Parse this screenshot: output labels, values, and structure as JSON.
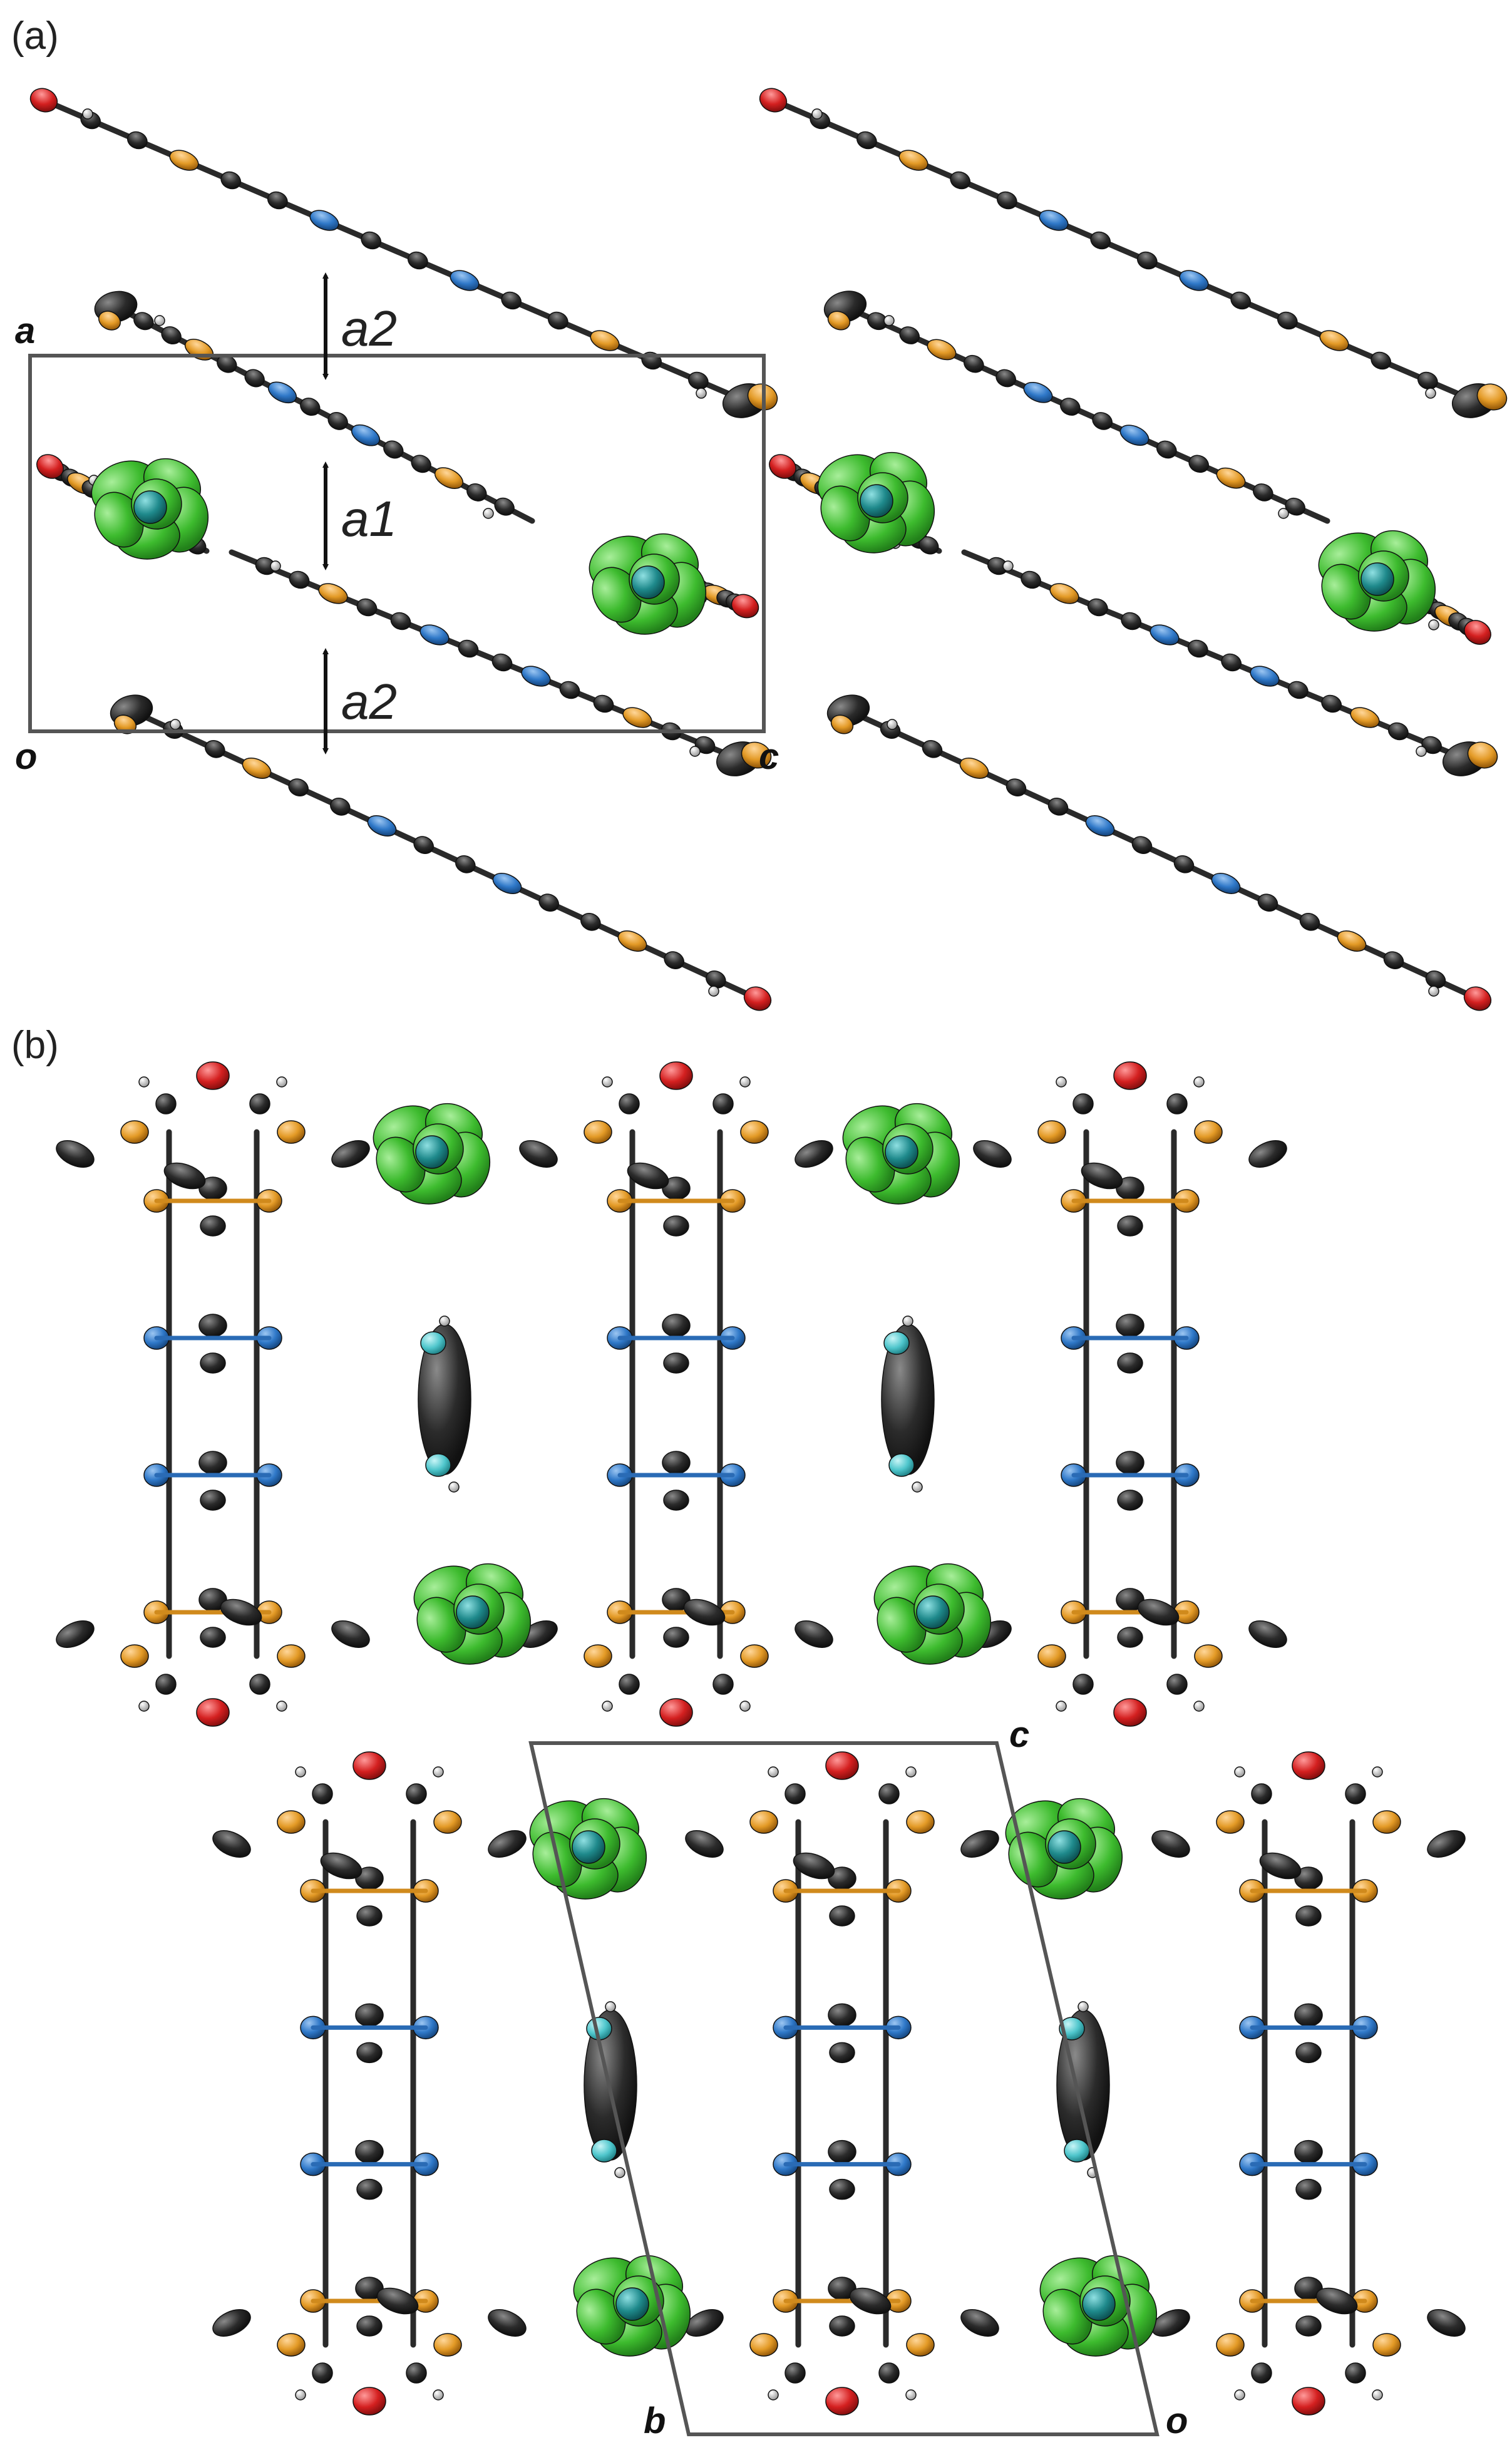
{
  "panels": {
    "a": {
      "label": "(a)",
      "axis_labels": {
        "a": "a",
        "o": "o",
        "c": "c"
      },
      "distances": {
        "top": "a2",
        "middle": "a1",
        "bottom": "a2"
      }
    },
    "b": {
      "label": "(b)",
      "axis_labels": {
        "c": "c",
        "b": "b",
        "o": "o"
      }
    }
  },
  "atom_colors": {
    "carbon": "#2b2b2b",
    "hydrogen": "#c8c8c8",
    "oxygen": "#d42020",
    "sulfur": "#e39a26",
    "nitrogen": "#2f78c8",
    "metal": "#1f8a8c",
    "disordered": "#3dbb2e",
    "halogen": "#4fc6cc"
  }
}
